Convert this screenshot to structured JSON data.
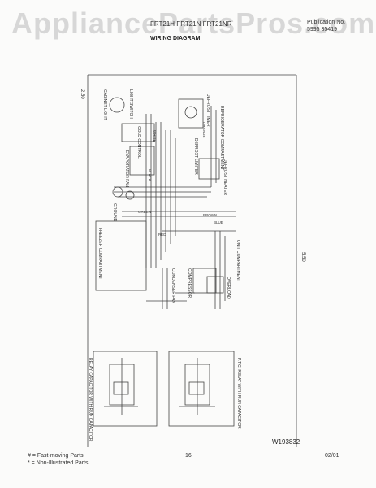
{
  "watermark": "AppliancePartsPros.com",
  "header": {
    "title": "FRT21H FRT21N FRT21NR",
    "pub_label": "Publication No.",
    "pub_value": "5995 35419",
    "section": "WIRING DIAGRAM"
  },
  "diagram": {
    "dimension_top": "2.50",
    "dimension_right": "5.50",
    "labels": {
      "refrigerator_compartment": "REFRIGERATOR COMPARTMENT",
      "unit_compartment": "UNIT COMPARTMENT",
      "freezer_compartment": "FREEZER COMPARTMENT",
      "cabinet_light": "CABINET LIGHT",
      "light_switch": "LIGHT SWITCH",
      "defrost_timer": "DEFROST TIMER",
      "cold_control": "COLD CONTROL",
      "evaporator_fan": "EVAPORATOR FAN",
      "defrost_heater": "DEFROST HEATER",
      "defrost_limiter": "DEFROST LIMITER",
      "compressor": "COMPRESSOR",
      "condenser_fan": "CONDENSER FAN",
      "overload": "OVERLOAD",
      "ground": "GROUND",
      "box_left": "RELAY CAPACITOR WITH RUN CAPACITOR",
      "box_right": "P.T.C. RELAY WITH RUN CAPACITOR",
      "wire_black": "BLACK",
      "wire_white": "WHITE",
      "wire_green": "GREEN",
      "wire_red": "RED",
      "wire_orange": "ORANGE",
      "wire_brown": "BROWN",
      "wire_blue": "BLUE"
    }
  },
  "figure_number": "W193832",
  "legend": {
    "fast": "# = Fast-moving Parts",
    "nonillus": "* = Non-Illustrated Parts"
  },
  "page_number": "16",
  "date": "02/01"
}
